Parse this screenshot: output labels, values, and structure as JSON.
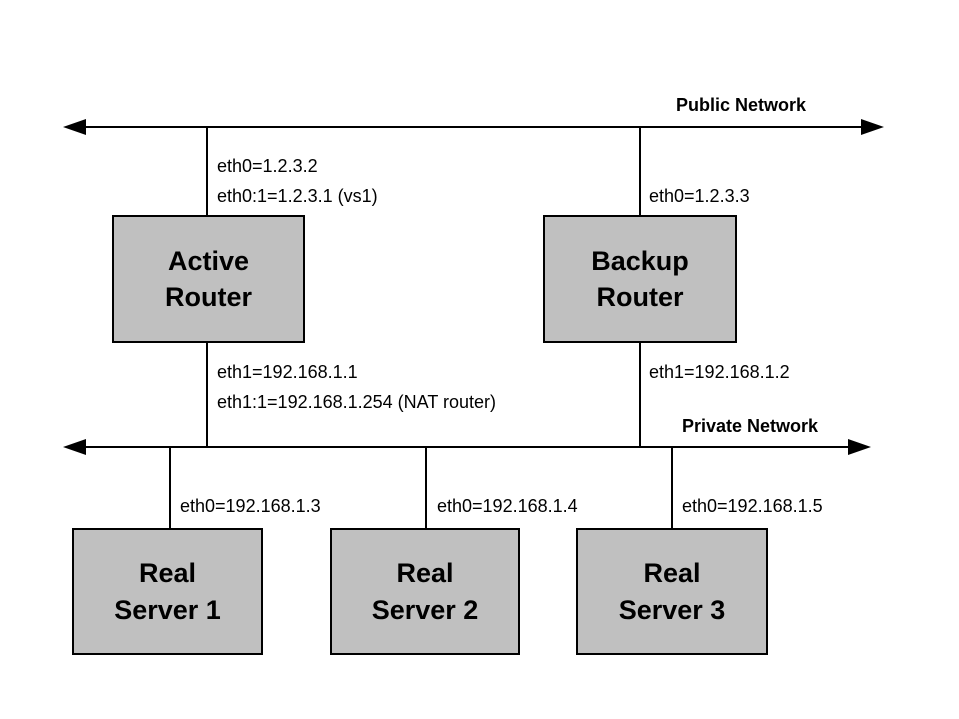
{
  "colors": {
    "background": "#ffffff",
    "box_fill": "#c0c0c0",
    "box_border": "#000000",
    "line": "#000000",
    "text": "#000000"
  },
  "network_labels": {
    "public": "Public Network",
    "private": "Private Network"
  },
  "nodes": {
    "active_router": "Active\nRouter",
    "backup_router": "Backup\nRouter",
    "real_server_1": "Real\nServer 1",
    "real_server_2": "Real\nServer 2",
    "real_server_3": "Real\nServer 3"
  },
  "interface_labels": {
    "active_router_public": [
      "eth0=1.2.3.2",
      "eth0:1=1.2.3.1 (vs1)"
    ],
    "backup_router_public": "eth0=1.2.3.3",
    "active_router_private": [
      "eth1=192.168.1.1",
      "eth1:1=192.168.1.254 (NAT router)"
    ],
    "backup_router_private": "eth1=192.168.1.2",
    "real_server_1": "eth0=192.168.1.3",
    "real_server_2": "eth0=192.168.1.4",
    "real_server_3": "eth0=192.168.1.5"
  }
}
